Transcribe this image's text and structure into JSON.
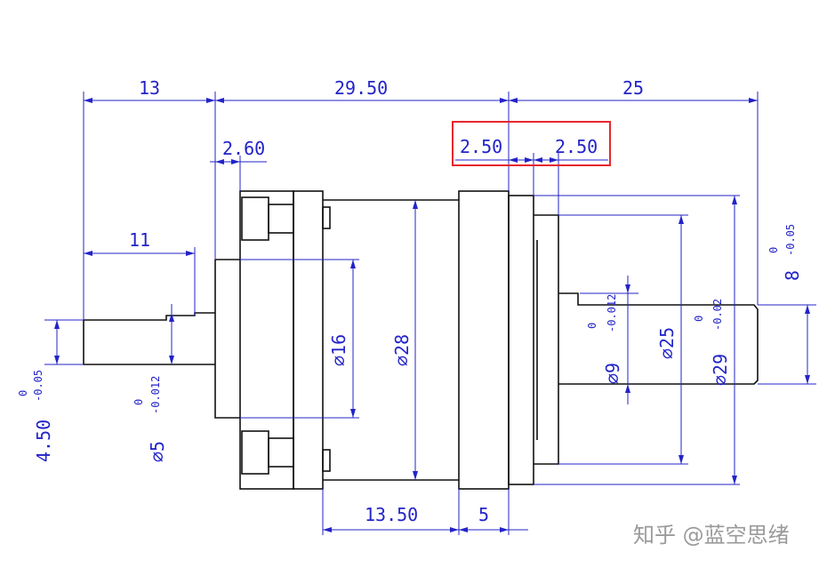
{
  "dimensions": {
    "d13": "13",
    "d29_50": "29.50",
    "d25": "25",
    "d2_60": "2.60",
    "d2_50_a": "2.50",
    "d2_50_b": "2.50",
    "d11": "11",
    "d13_50": "13.50",
    "d5": "5",
    "phi16": "⌀16",
    "phi28": "⌀28",
    "phi25": "⌀25",
    "phi9": "⌀9",
    "phi29": "⌀29",
    "phi5": "⌀5",
    "d4_50": "4.50",
    "d8": "8"
  },
  "tolerances": {
    "left_shaft_upper": "0",
    "left_shaft_lower": "-0.05",
    "phi5_upper": "0",
    "phi5_lower": "-0.012",
    "phi9_upper": "0",
    "phi9_lower": "-0.012",
    "phi29_upper": "0",
    "phi29_lower": "-0.02",
    "right_shaft_upper": "0",
    "right_shaft_lower": "-0.05"
  },
  "colors": {
    "outline": "#111111",
    "dimension": "#2323c8",
    "highlight": "#e8262c",
    "watermark": "#9a9a9a"
  },
  "watermark": "知乎 @蓝空思绪"
}
